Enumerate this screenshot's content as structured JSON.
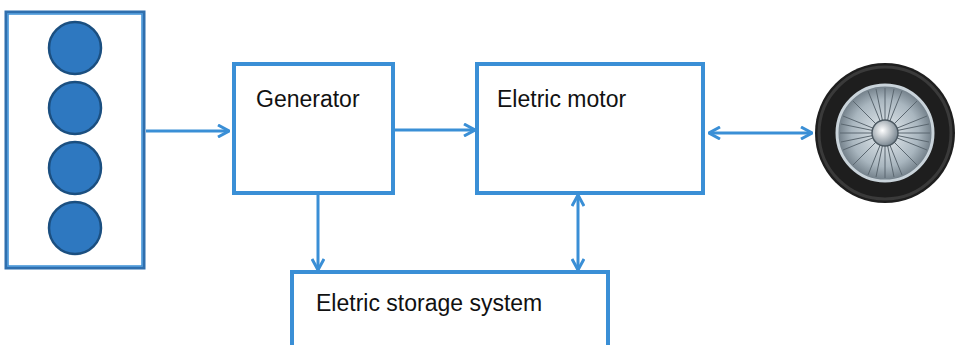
{
  "diagram": {
    "nodes": [
      {
        "text": [
          "Generator"
        ]
      },
      {
        "text": [
          "Eletric motor"
        ]
      },
      {
        "text": [
          "Eletric storage system"
        ]
      }
    ],
    "edges": [
      {
        "from": 0,
        "to": 1,
        "arrow": "to"
      },
      {
        "from": 0,
        "to": 2,
        "arrow": "to"
      },
      {
        "from": 1,
        "to": 2,
        "arrow": "both"
      }
    ]
  }
}
